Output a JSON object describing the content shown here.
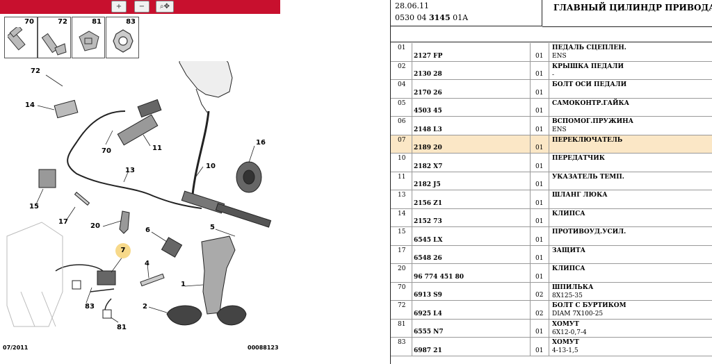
{
  "diagram": {
    "toolbar": {
      "zoom_in": "+",
      "zoom_out": "−",
      "zoom_fit": "⌕✥"
    },
    "fasteners": [
      "70",
      "72",
      "81",
      "83"
    ],
    "callouts": {
      "c72": "72",
      "c14": "14",
      "c70": "70",
      "c11": "11",
      "c16": "16",
      "c13": "13",
      "c10": "10",
      "c15": "15",
      "c17": "17",
      "c20": "20",
      "c6": "6",
      "c5": "5",
      "c7": "7",
      "c4": "4",
      "c1": "1",
      "c2": "2",
      "c83": "83",
      "c81": "81"
    },
    "footer_date": "07/2011",
    "footer_code": "00088123"
  },
  "parts": {
    "header": {
      "date": "28.06.11",
      "code_prefix": "0530 04 ",
      "code_bold": "3145",
      "code_suffix": " 01A",
      "title": "ГЛАВНЫЙ ЦИЛИНДР ПРИВОДА С"
    },
    "rows": [
      {
        "pos": "01",
        "ref": "2127 FP",
        "qty": "01",
        "desc": "ПЕДАЛЬ СЦЕПЛЕН.",
        "sub": "ENS"
      },
      {
        "pos": "02",
        "ref": "2130 28",
        "qty": "01",
        "desc": "КРЫШКА ПЕДАЛИ",
        "sub": "-"
      },
      {
        "pos": "04",
        "ref": "2170 26",
        "qty": "01",
        "desc": "БОЛТ ОСИ ПЕДАЛИ",
        "sub": ""
      },
      {
        "pos": "05",
        "ref": "4503 45",
        "qty": "01",
        "desc": "САМОКОНТР.ГАЙКА",
        "sub": ""
      },
      {
        "pos": "06",
        "ref": "2148 L3",
        "qty": "01",
        "desc": "ВСПОМОГ.ПРУЖИНА",
        "sub": "ENS"
      },
      {
        "pos": "07",
        "ref": "2189 20",
        "qty": "01",
        "desc": "ПЕРЕКЛЮЧАТЕЛЬ",
        "sub": ""
      },
      {
        "pos": "10",
        "ref": "2182 X7",
        "qty": "01",
        "desc": "ПЕРЕДАТЧИК",
        "sub": ""
      },
      {
        "pos": "11",
        "ref": "2182 J5",
        "qty": "01",
        "desc": "УКАЗАТЕЛЬ ТЕМП.",
        "sub": ""
      },
      {
        "pos": "13",
        "ref": "2156 Z1",
        "qty": "01",
        "desc": "ШЛАНГ ЛЮКА",
        "sub": ""
      },
      {
        "pos": "14",
        "ref": "2152 73",
        "qty": "01",
        "desc": "КЛИПСА",
        "sub": ""
      },
      {
        "pos": "15",
        "ref": "6545 LX",
        "qty": "01",
        "desc": "ПРОТИВОУД.УСИЛ.",
        "sub": ""
      },
      {
        "pos": "17",
        "ref": "6548 26",
        "qty": "01",
        "desc": "ЗАЩИТА",
        "sub": ""
      },
      {
        "pos": "20",
        "ref": "96 774 451 80",
        "qty": "01",
        "desc": "КЛИПСА",
        "sub": ""
      },
      {
        "pos": "70",
        "ref": "6913 S9",
        "qty": "02",
        "desc": "ШПИЛЬКА",
        "sub": "8X125-35"
      },
      {
        "pos": "72",
        "ref": "6925 L4",
        "qty": "02",
        "desc": "БОЛТ С БУРТИКОМ",
        "sub": "DIAM 7X100-25"
      },
      {
        "pos": "81",
        "ref": "6555 N7",
        "qty": "01",
        "desc": "ХОМУТ",
        "sub": "6X12-0,7-4"
      },
      {
        "pos": "83",
        "ref": "6987 21",
        "qty": "01",
        "desc": "ХОМУТ",
        "sub": "4-13-1,5"
      }
    ],
    "selected_pos": "07"
  },
  "colors": {
    "toolbar": "#c8102e",
    "selected_row": "#fbe7c6",
    "callout_highlight": "#f7d98a"
  }
}
